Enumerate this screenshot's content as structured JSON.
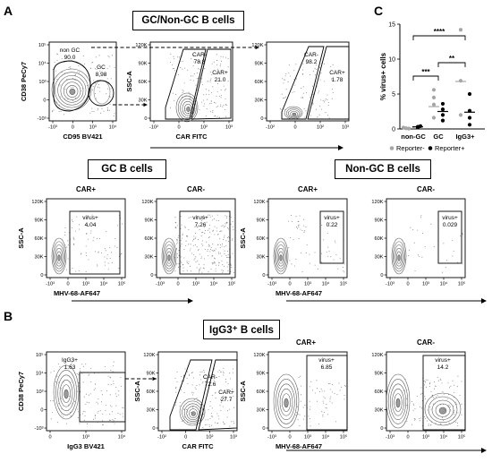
{
  "panel_labels": {
    "a": "A",
    "b": "B",
    "c": "C"
  },
  "section_titles": {
    "gc_noncgc": "GC/Non-GC B cells",
    "gc": "GC B cells",
    "noncgc": "Non-GC B cells",
    "igg3": "IgG3⁺ B cells"
  },
  "axis_text": {
    "cd38": "CD38 PeCy7",
    "cd95": "CD95 BV421",
    "ssc": "SSC-A",
    "car_fitc": "CAR FITC",
    "mhv": "MHV-68-AF647",
    "igg3_bv421": "IgG3 BV421"
  },
  "ticks": {
    "log_y": [
      "10⁵",
      "10⁴",
      "10³",
      "0",
      "-10³"
    ],
    "log_x_cd95": [
      "-10³",
      "0",
      "10³",
      "10⁴"
    ],
    "ssc_y": [
      "120K",
      "90K",
      "60K",
      "30K",
      "0"
    ],
    "car_x": [
      "-10²",
      "0",
      "10²",
      "10³"
    ],
    "mhv_x": [
      "-10³",
      "0",
      "10³",
      "10⁴",
      "10⁵"
    ],
    "igg3_x": [
      "0",
      "10³",
      "10⁴"
    ]
  },
  "gates": {
    "nongc": {
      "name": "non GC",
      "value": "90.0"
    },
    "gc": {
      "name": "GC",
      "value": "8.98"
    },
    "car_neg_1": {
      "name": "CAR-",
      "value": "78.8"
    },
    "car_pos_1": {
      "name": "CAR+",
      "value": "21.0"
    },
    "car_neg_2": {
      "name": "CAR-",
      "value": "98.2"
    },
    "car_pos_2": {
      "name": "CAR+",
      "value": "1.78"
    },
    "igg3": {
      "name": "IgG3+",
      "value": "1.63"
    },
    "car_neg_3": {
      "name": "CAR-",
      "value": "72.6"
    },
    "car_pos_3": {
      "name": "CAR+",
      "value": "27.7"
    }
  },
  "virus_gates": {
    "label": "virus+",
    "gc_car_pos": "4.04",
    "gc_car_neg": "7.26",
    "nongc_car_pos": "0.22",
    "nongc_car_neg": "0.029",
    "igg3_car_pos": "6.85",
    "igg3_car_neg": "14.2"
  },
  "col_titles": {
    "car_pos": "CAR+",
    "car_neg": "CAR-"
  },
  "chart_data": {
    "type": "scatter",
    "title": "",
    "ylabel": "% virus+ cells",
    "ylim": [
      0,
      15
    ],
    "yticks": [
      "0",
      "5",
      "10",
      "15"
    ],
    "categories": [
      "non-GC",
      "GC",
      "IgG3+"
    ],
    "series": [
      {
        "name": "Reporter-",
        "color": "#a6a6a6",
        "points": [
          [
            0,
            0.05
          ],
          [
            0,
            0.1
          ],
          [
            0,
            0.2
          ],
          [
            1,
            3.5
          ],
          [
            1,
            4.5
          ],
          [
            1,
            5.6
          ],
          [
            1,
            1.6
          ],
          [
            2,
            14.2
          ],
          [
            2,
            6.9
          ],
          [
            2,
            2.0
          ]
        ]
      },
      {
        "name": "Reporter+",
        "color": "#000000",
        "points": [
          [
            0,
            0.2
          ],
          [
            0,
            0.3
          ],
          [
            0,
            0.4
          ],
          [
            1,
            1.2
          ],
          [
            1,
            2.0
          ],
          [
            1,
            2.8
          ],
          [
            1,
            3.6
          ],
          [
            2,
            0.6
          ],
          [
            2,
            1.6
          ],
          [
            2,
            2.6
          ],
          [
            2,
            5.0
          ]
        ]
      }
    ],
    "means": {
      "Reporter-": [
        0.1,
        3.2,
        6.8
      ],
      "Reporter+": [
        0.3,
        2.5,
        2.4
      ]
    },
    "significance": [
      {
        "from": "non-GC",
        "to": "GC",
        "label": "***"
      },
      {
        "from": "non-GC",
        "to": "IgG3+",
        "label": "****"
      },
      {
        "from": "GC",
        "to": "IgG3+",
        "label": "**"
      }
    ],
    "legend": [
      "Reporter-",
      "Reporter+"
    ],
    "legend_placement": "bottom"
  }
}
